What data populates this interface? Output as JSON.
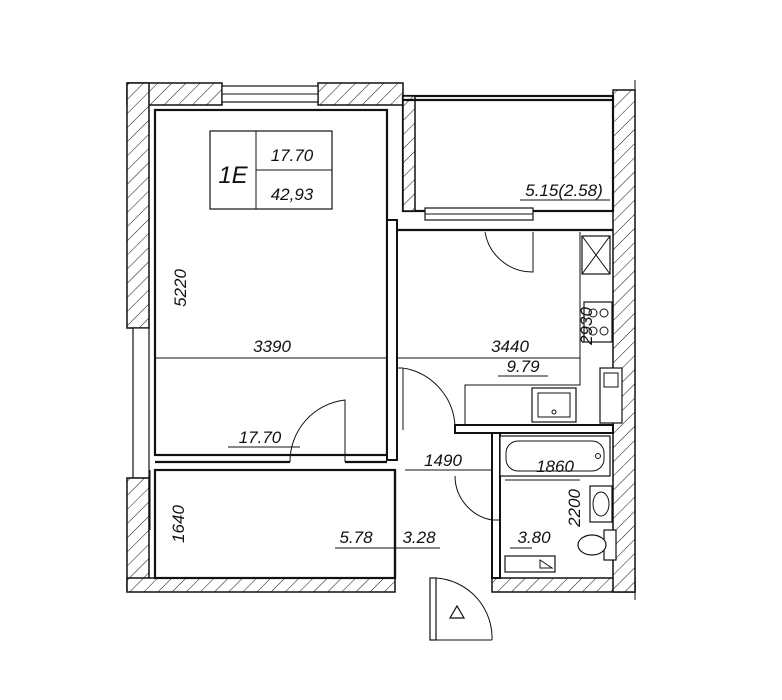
{
  "apartment": {
    "code": "1E",
    "living_area": "17.70",
    "total_area": "42,93"
  },
  "rooms": {
    "living_room_area": "17.70",
    "kitchen_area": "9.79",
    "hallway_area": "5.78",
    "corridor_area": "3.28",
    "bathroom_area": "3.80",
    "balcony_area": "5.15(2.58)"
  },
  "dimensions": {
    "living_length": "5220",
    "living_width": "3390",
    "kitchen_width": "3440",
    "kitchen_length": "2930",
    "corridor_width": "1490",
    "bath_width": "1860",
    "bath_length": "2200",
    "hall_length": "1640"
  }
}
